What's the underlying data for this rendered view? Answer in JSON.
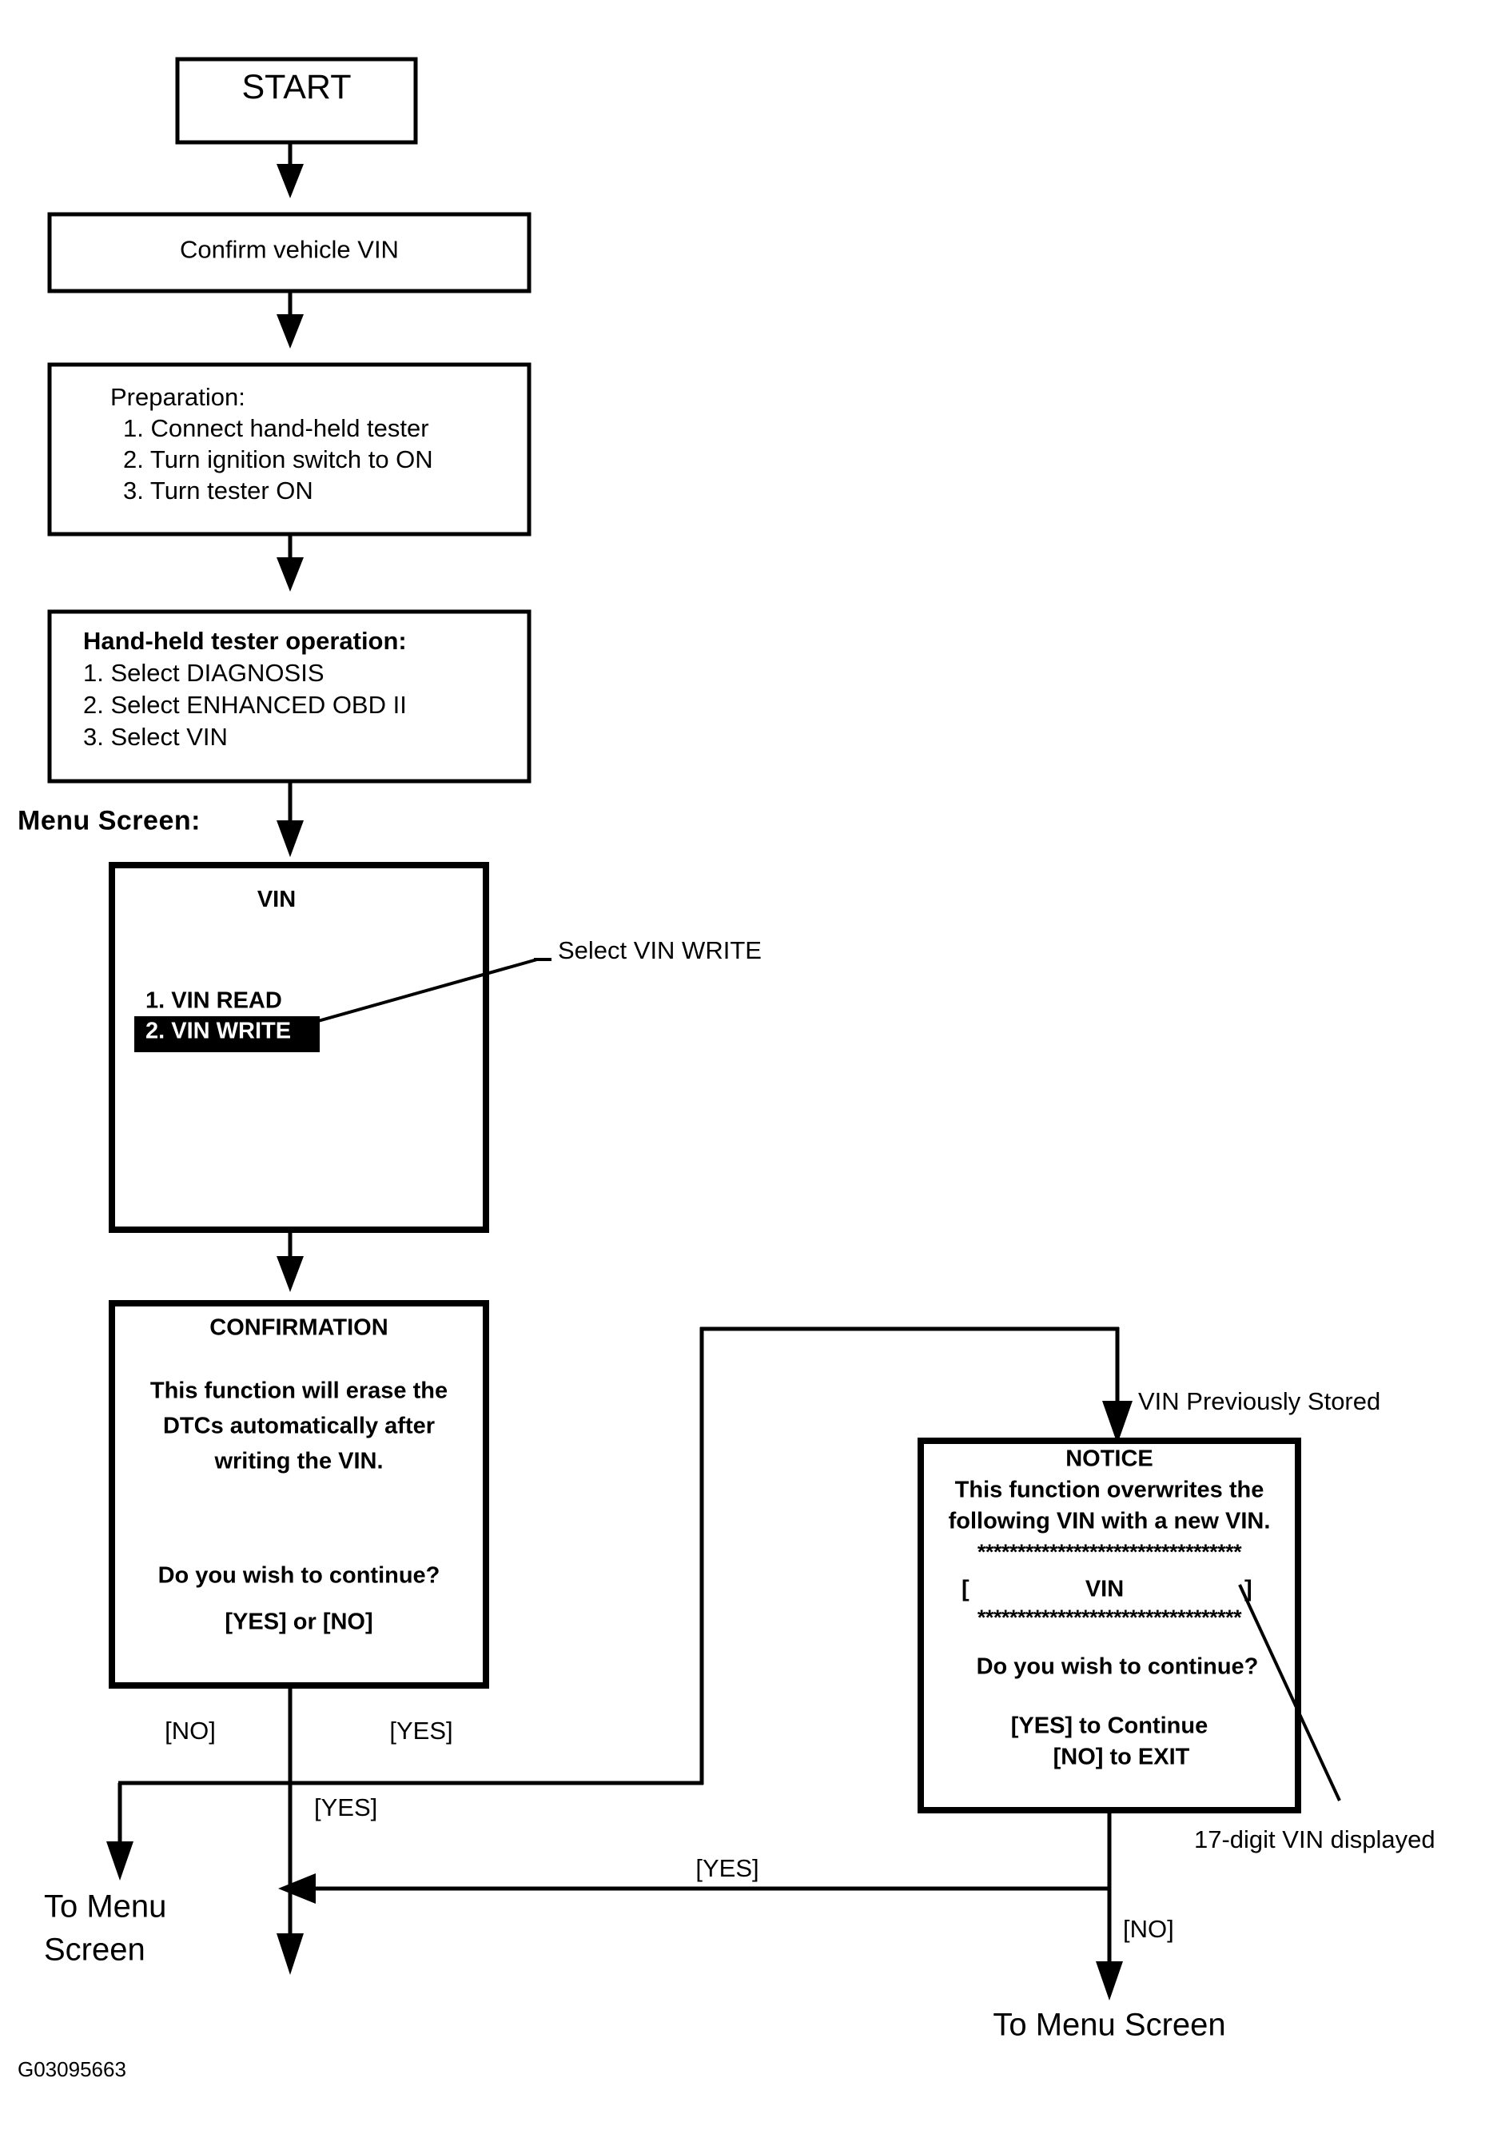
{
  "figure": {
    "id": "G03095663",
    "title_terminal": "START"
  },
  "steps": {
    "confirm_vin": "Confirm vehicle VIN",
    "preparation": {
      "heading": "Preparation:",
      "items": [
        "1. Connect hand-held tester",
        "2. Turn ignition switch to ON",
        "3. Turn tester ON"
      ]
    },
    "tester_operation": {
      "heading": "Hand-held tester operation:",
      "items": [
        "1. Select DIAGNOSIS",
        "2. Select ENHANCED OBD II",
        "3. Select VIN"
      ]
    }
  },
  "menu_screen": {
    "label": "Menu Screen:",
    "screen_title": "VIN",
    "options": [
      {
        "text": "1. VIN READ",
        "selected": false
      },
      {
        "text": "2. VIN WRITE",
        "selected": true
      }
    ],
    "callout": "Select VIN WRITE"
  },
  "confirmation_screen": {
    "title": "CONFIRMATION",
    "body": [
      "This function will erase the",
      "DTCs automatically after",
      "writing the VIN."
    ],
    "question": "Do you wish to continue?",
    "answer_prompt": "[YES] or [NO]"
  },
  "notice_screen": {
    "title": "NOTICE",
    "body": [
      "This function overwrites the",
      "following VIN with a new VIN."
    ],
    "separator": "*********************************",
    "vin_field_open": "[",
    "vin_field_label": "VIN",
    "vin_field_close": "]",
    "question": "Do you wish to continue?",
    "yes_action": "[YES] to Continue",
    "no_action": "[NO] to EXIT",
    "entry_label": "VIN Previously Stored",
    "callout": "17-digit VIN displayed"
  },
  "edges": {
    "confirm_no": "[NO]",
    "confirm_yes_right": "[YES]",
    "confirm_yes_down": "[YES]",
    "notice_yes": "[YES]",
    "notice_no": "[NO]"
  },
  "terminals": {
    "to_menu_left_line1": "To Menu",
    "to_menu_left_line2": "Screen",
    "to_menu_right": "To Menu Screen"
  },
  "colors": {
    "stroke": "#000000",
    "fill": "#ffffff",
    "highlight_bg": "#000000",
    "highlight_fg": "#ffffff"
  }
}
